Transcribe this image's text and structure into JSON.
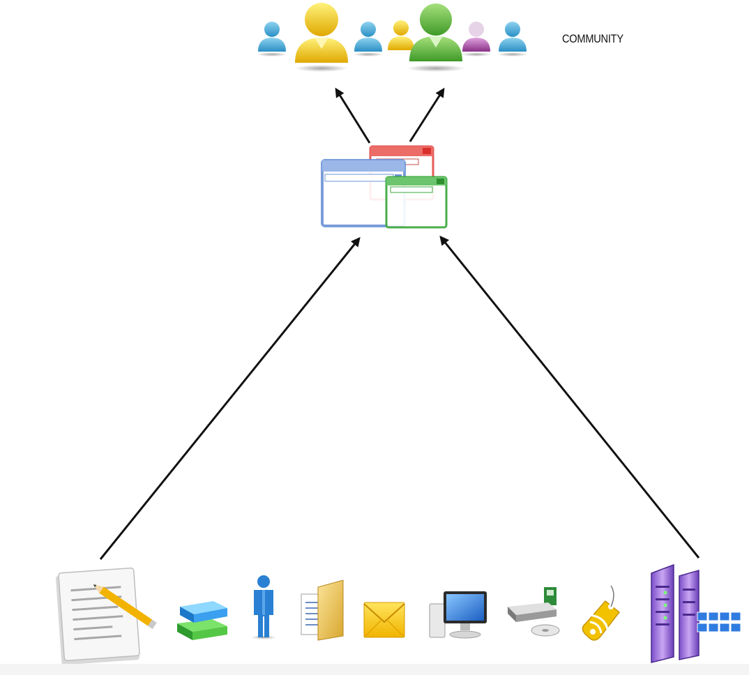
{
  "diagram": {
    "community_label": "COMMUNITY",
    "nodes": {
      "community": {
        "icon": "community-people-icon",
        "member_colors": [
          "#3fa7d6",
          "#f0c419",
          "#3fa7d6",
          "#f0c419",
          "#6ab33c",
          "#a3479c",
          "#3fa7d6"
        ]
      },
      "web_apps": {
        "icon": "browser-windows-icon",
        "window_colors": [
          "#6b93d6",
          "#e0403c",
          "#3aa83a"
        ]
      },
      "sources": [
        {
          "name": "document",
          "icon": "document-pencil-icon"
        },
        {
          "name": "books",
          "icon": "books-icon"
        },
        {
          "name": "person",
          "icon": "person-icon"
        },
        {
          "name": "folder",
          "icon": "folder-icon"
        },
        {
          "name": "email",
          "icon": "envelope-icon"
        },
        {
          "name": "computer",
          "icon": "computer-icon"
        },
        {
          "name": "device",
          "icon": "hardware-device-icon"
        },
        {
          "name": "tag",
          "icon": "rss-tag-icon"
        },
        {
          "name": "server",
          "icon": "server-rack-icon"
        }
      ]
    },
    "arrow_color": "#111111"
  }
}
